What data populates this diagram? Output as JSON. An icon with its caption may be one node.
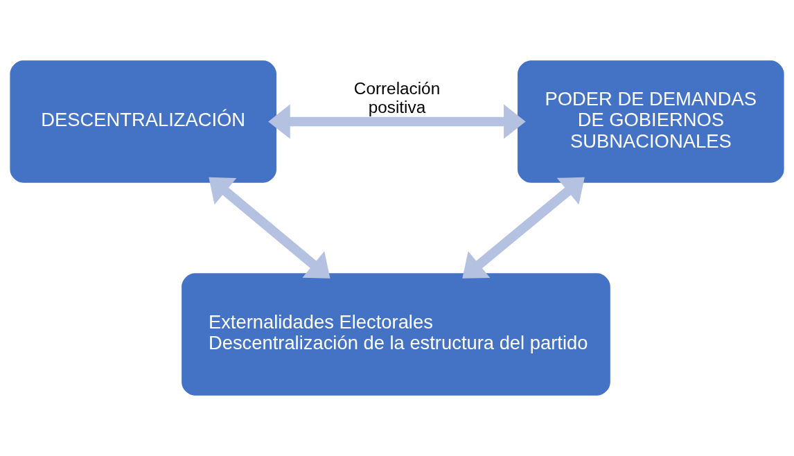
{
  "diagram": {
    "nodes": [
      {
        "text": [
          "DESCENTRALIZACIÓN"
        ]
      },
      {
        "text": [
          "PODER DE DEMANDAS DE GOBIERNOS SUBNACIONALES"
        ]
      },
      {
        "text": [
          "Externalidades Electorales",
          "Descentralización de la estructura del partido"
        ]
      }
    ],
    "edges": [
      {
        "from": 0,
        "to": 1,
        "arrow": "both",
        "label": "Correlación positiva"
      },
      {
        "from": 0,
        "to": 2,
        "arrow": "both"
      },
      {
        "from": 1,
        "to": 2,
        "arrow": "both"
      }
    ]
  }
}
